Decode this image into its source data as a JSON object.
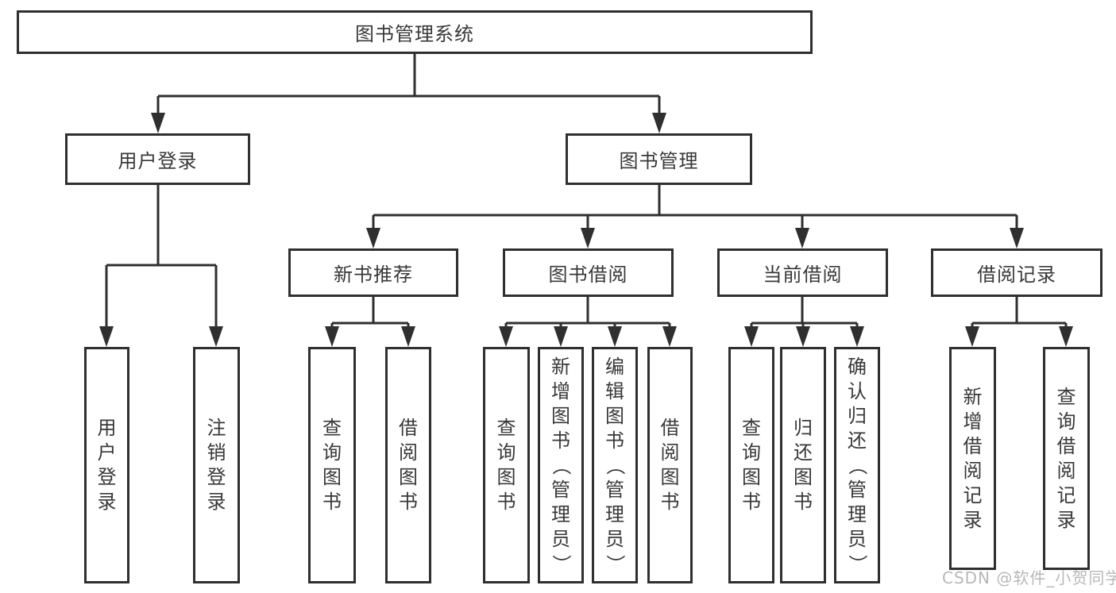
{
  "diagram": {
    "root": {
      "label": "图书管理系统"
    },
    "branches": [
      {
        "label": "用户登录",
        "leaves": [
          {
            "label": "用户登录"
          },
          {
            "label": "注销登录"
          }
        ]
      },
      {
        "label": "图书管理",
        "sections": [
          {
            "label": "新书推荐",
            "leaves": [
              {
                "label": "查询图书"
              },
              {
                "label": "借阅图书"
              }
            ]
          },
          {
            "label": "图书借阅",
            "leaves": [
              {
                "label": "查询图书"
              },
              {
                "label": "新增图书（管理员）"
              },
              {
                "label": "编辑图书（管理员）"
              },
              {
                "label": "借阅图书"
              }
            ]
          },
          {
            "label": "当前借阅",
            "leaves": [
              {
                "label": "查询图书"
              },
              {
                "label": "归还图书"
              },
              {
                "label": "确认归还（管理员）"
              }
            ]
          },
          {
            "label": "借阅记录",
            "leaves": [
              {
                "label": "新增借阅记录"
              },
              {
                "label": "查询借阅记录"
              }
            ]
          }
        ]
      }
    ]
  },
  "watermark": {
    "text": "CSDN @软件_小贺同学"
  },
  "colors": {
    "line": "#2f2f2f",
    "text": "#383838",
    "watermark": "#b8b8b8",
    "background": "#ffffff"
  }
}
